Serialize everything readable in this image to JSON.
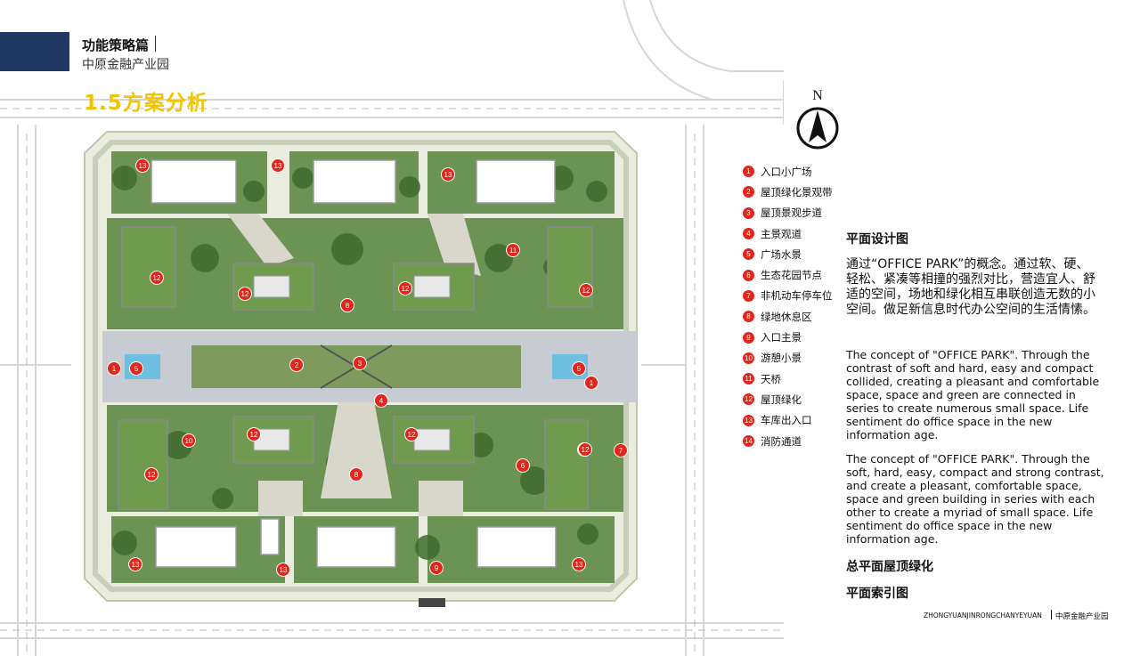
{
  "header": {
    "section_title": "功能策略篇",
    "section_subtitle": "中原金融产业园",
    "page_heading": "1.5方案分析"
  },
  "compass": {
    "label": "N"
  },
  "legend": {
    "items": [
      {
        "num": "1",
        "label": "入口小广场"
      },
      {
        "num": "2",
        "label": "屋顶绿化景观带"
      },
      {
        "num": "3",
        "label": "屋顶景观步道"
      },
      {
        "num": "4",
        "label": "主景观道"
      },
      {
        "num": "5",
        "label": "广场水景"
      },
      {
        "num": "6",
        "label": "生态花园节点"
      },
      {
        "num": "7",
        "label": "非机动车停车位"
      },
      {
        "num": "8",
        "label": "绿地休息区"
      },
      {
        "num": "9",
        "label": "入口主景"
      },
      {
        "num": "10",
        "label": "游憩小景"
      },
      {
        "num": "11",
        "label": "天桥"
      },
      {
        "num": "12",
        "label": "屋顶绿化"
      },
      {
        "num": "13",
        "label": "车库出入口"
      },
      {
        "num": "14",
        "label": "消防通道"
      }
    ]
  },
  "description": {
    "title": "平面设计图",
    "zh": "通过“OFFICE PARK”的概念。通过软、硬、轻松、紧凑等相撞的强烈对比，营造宜人、舒适的空间，场地和绿化相互串联创造无数的小空间。做足新信息时代办公空间的生活情愫。",
    "en_1": "The concept of \"OFFICE PARK\". Through the contrast of soft and hard, easy and compact collided, creating a pleasant and comfortable space, space and green are connected in series to create numerous small space. Life sentiment do office space in the new information age.",
    "en_2": "The concept of \"OFFICE PARK\". Through the soft, hard, easy, compact and strong contrast, and create a pleasant, comfortable space, space and green building in series with each other to create a myriad of small space. Life sentiment do office space in the new information age.",
    "roof_title": "总平面屋顶绿化",
    "index_title": "平面索引图"
  },
  "map_markers": [
    {
      "num": "13"
    },
    {
      "num": "13"
    },
    {
      "num": "13"
    },
    {
      "num": "11"
    },
    {
      "num": "12"
    },
    {
      "num": "12"
    },
    {
      "num": "12"
    },
    {
      "num": "12"
    },
    {
      "num": "8"
    },
    {
      "num": "1"
    },
    {
      "num": "5"
    },
    {
      "num": "2"
    },
    {
      "num": "3"
    },
    {
      "num": "5"
    },
    {
      "num": "1"
    },
    {
      "num": "4"
    },
    {
      "num": "10"
    },
    {
      "num": "12"
    },
    {
      "num": "12"
    },
    {
      "num": "12"
    },
    {
      "num": "12"
    },
    {
      "num": "7"
    },
    {
      "num": "12"
    },
    {
      "num": "8"
    },
    {
      "num": "6"
    },
    {
      "num": "13"
    },
    {
      "num": "13"
    },
    {
      "num": "9"
    },
    {
      "num": "13"
    }
  ],
  "footer": {
    "pinyin": "ZHONGYUANJINRONGCHANYEYUAN",
    "zh": "中原金融产业园"
  },
  "colors": {
    "navy": "#1f3864",
    "heading_yellow": "#f2c400",
    "marker_red": "#e1261c",
    "green": "#4f7a3a",
    "road": "#dcdcdc"
  }
}
